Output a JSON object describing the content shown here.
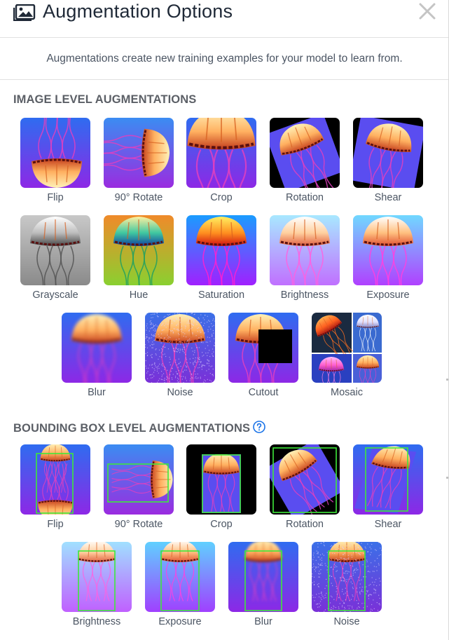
{
  "header": {
    "title": "Augmentation Options",
    "icon": "image-icon",
    "close_icon": "close-icon"
  },
  "subtitle": "Augmentations create new training examples for your model to learn from.",
  "image_level": {
    "title": "IMAGE LEVEL AUGMENTATIONS",
    "items": [
      {
        "label": "Flip",
        "variant": "flip"
      },
      {
        "label": "90° Rotate",
        "variant": "rot90"
      },
      {
        "label": "Crop",
        "variant": "crop"
      },
      {
        "label": "Rotation",
        "variant": "rotation"
      },
      {
        "label": "Shear",
        "variant": "shear"
      },
      {
        "label": "Grayscale",
        "variant": "grayscale"
      },
      {
        "label": "Hue",
        "variant": "hue"
      },
      {
        "label": "Saturation",
        "variant": "saturation"
      },
      {
        "label": "Brightness",
        "variant": "brightness"
      },
      {
        "label": "Exposure",
        "variant": "exposure"
      },
      {
        "label": "Blur",
        "variant": "blur"
      },
      {
        "label": "Noise",
        "variant": "noise"
      },
      {
        "label": "Cutout",
        "variant": "cutout"
      },
      {
        "label": "Mosaic",
        "variant": "mosaic"
      }
    ]
  },
  "bbox_level": {
    "title": "BOUNDING BOX LEVEL AUGMENTATIONS",
    "help_icon": "help-circle-icon",
    "items": [
      {
        "label": "Flip",
        "variant": "bb-flip"
      },
      {
        "label": "90° Rotate",
        "variant": "bb-rot90"
      },
      {
        "label": "Crop",
        "variant": "bb-crop"
      },
      {
        "label": "Rotation",
        "variant": "bb-rotation"
      },
      {
        "label": "Shear",
        "variant": "bb-shear"
      },
      {
        "label": "Brightness",
        "variant": "bb-brightness"
      },
      {
        "label": "Exposure",
        "variant": "bb-exposure"
      },
      {
        "label": "Blur",
        "variant": "bb-blur"
      },
      {
        "label": "Noise",
        "variant": "bb-noise"
      }
    ]
  },
  "colors": {
    "accent": "#1a73e8",
    "bbox": "#3ee83a",
    "bg_top": "#2f6cf0",
    "bg_bottom": "#8d28e6"
  }
}
